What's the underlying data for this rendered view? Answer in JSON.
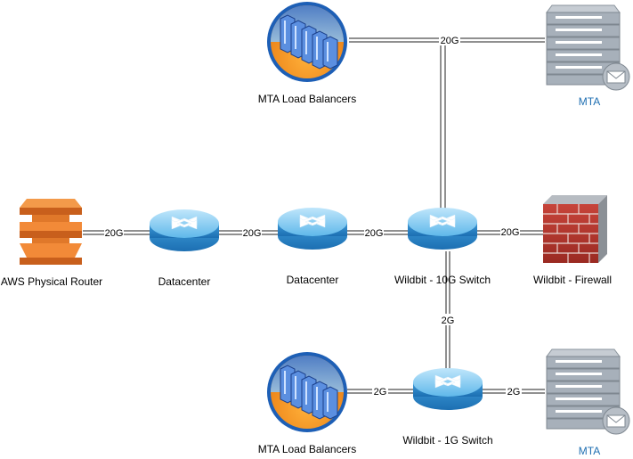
{
  "nodes": {
    "lb_top": {
      "label": "MTA Load Balancers",
      "icon": "load-balancer-icon"
    },
    "mta_top": {
      "label": "MTA",
      "icon": "mail-server-icon"
    },
    "aws_router": {
      "label": "AWS Physical Router",
      "icon": "aws-router-icon"
    },
    "dc1": {
      "label": "Datacenter",
      "icon": "router-icon"
    },
    "dc2": {
      "label": "Datacenter",
      "icon": "router-icon"
    },
    "sw10g": {
      "label": "Wildbit - 10G Switch",
      "icon": "router-icon"
    },
    "firewall": {
      "label": "Wildbit - Firewall",
      "icon": "firewall-icon"
    },
    "sw1g": {
      "label": "Wildbit - 1G Switch",
      "icon": "router-icon"
    },
    "lb_bottom": {
      "label": "MTA Load Balancers",
      "icon": "load-balancer-icon"
    },
    "mta_bottom": {
      "label": "MTA",
      "icon": "mail-server-icon"
    }
  },
  "links": {
    "aws_dc1": "20G",
    "dc1_dc2": "20G",
    "dc2_sw10g": "20G",
    "sw10g_fw": "20G",
    "lb_mta_top": "20G",
    "sw10g_sw1g": "2G",
    "lb_sw1g": "2G",
    "sw1g_mta": "2G"
  },
  "colors": {
    "mta_label": "#1f6fb2",
    "router_blue": "#3aa0e0",
    "aws_orange": "#e0782a",
    "firewall_red": "#b8322a",
    "server_gray": "#9aa3ad"
  }
}
